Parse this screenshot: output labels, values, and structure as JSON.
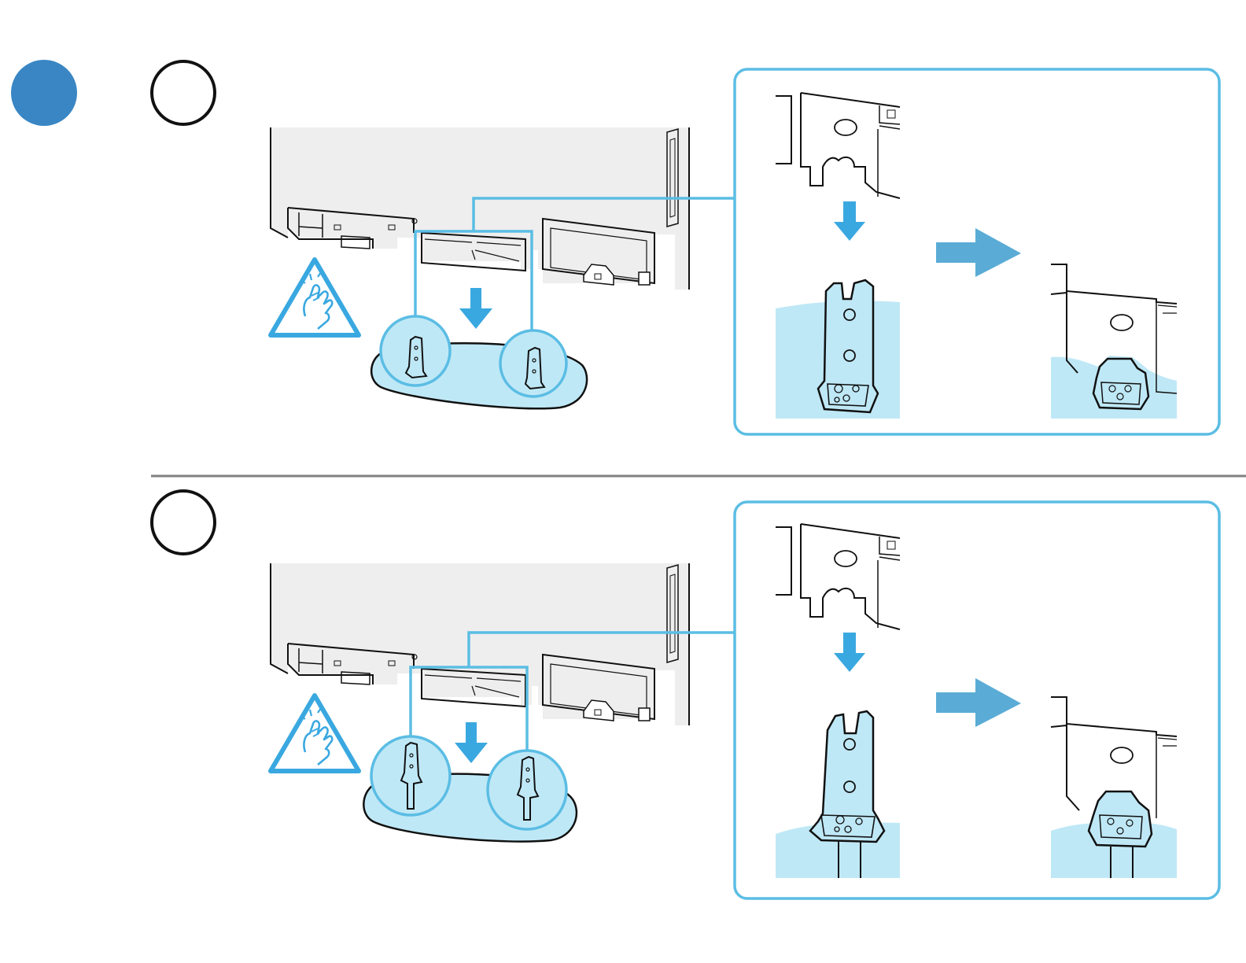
{
  "colors": {
    "step_badge": "#3a86c4",
    "accent_line": "#5bbde4",
    "stand_fill": "#bfe8f6",
    "arrow_blue": "#3aa8e0",
    "arrow_next": "#5aacd6",
    "tv_panel": "#eeeeee",
    "divider": "#808080",
    "outline": "#111111"
  },
  "icons": {
    "step_badge": "filled-circle-icon",
    "substep": "empty-circle-icon",
    "caution": "pinch-caution-icon",
    "down_arrow": "down-arrow-icon",
    "next_arrow": "right-arrow-icon"
  },
  "substeps": [
    {
      "id": "a",
      "post_type": "short-post"
    },
    {
      "id": "b",
      "post_type": "long-post"
    }
  ]
}
